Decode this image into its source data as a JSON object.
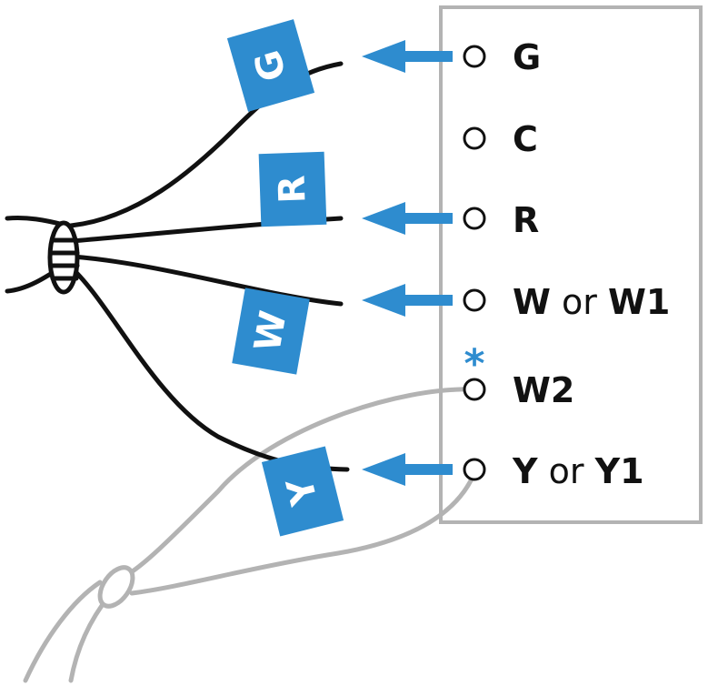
{
  "colors": {
    "accent": "#2e8ccf",
    "wire": "#111111",
    "old_wire": "#b3b3b3",
    "panel_border": "#b3b3b3"
  },
  "terminals": [
    {
      "id": "G",
      "parts": [
        {
          "text": "G",
          "bold": true
        }
      ]
    },
    {
      "id": "C",
      "parts": [
        {
          "text": "C",
          "bold": true
        }
      ]
    },
    {
      "id": "R",
      "parts": [
        {
          "text": "R",
          "bold": true
        }
      ]
    },
    {
      "id": "W",
      "parts": [
        {
          "text": "W",
          "bold": true
        },
        {
          "text": " or ",
          "bold": false
        },
        {
          "text": "W1",
          "bold": true
        }
      ]
    },
    {
      "id": "W2",
      "parts": [
        {
          "text": "W2",
          "bold": true
        }
      ]
    },
    {
      "id": "Y",
      "parts": [
        {
          "text": "Y",
          "bold": true
        },
        {
          "text": " or ",
          "bold": false
        },
        {
          "text": "Y1",
          "bold": true
        }
      ]
    }
  ],
  "wire_tags": [
    "G",
    "R",
    "W",
    "Y"
  ],
  "note_marker": "*"
}
